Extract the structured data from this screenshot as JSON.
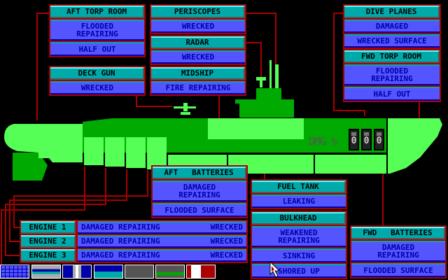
{
  "panels": [
    {
      "id": "aft-torp-room",
      "title": "AFT TORP ROOM",
      "rows": [
        "FLOODED\nREPAIRING",
        "HALF OUT"
      ]
    },
    {
      "id": "periscopes",
      "title": "PERISCOPES",
      "rows": [
        "WRECKED"
      ]
    },
    {
      "id": "radar",
      "title": "RADAR",
      "rows": [
        "WRECKED"
      ]
    },
    {
      "id": "deck-gun",
      "title": "DECK GUN",
      "rows": [
        "WRECKED"
      ]
    },
    {
      "id": "midship",
      "title": "MIDSHIP",
      "rows": [
        "FIRE REPAIRING"
      ]
    },
    {
      "id": "dive-planes",
      "title": "DIVE PLANES",
      "rows": [
        "DAMAGED",
        "WRECKED SURFACE"
      ]
    },
    {
      "id": "fwd-torp-room",
      "title": "FWD TORP ROOM",
      "rows": [
        "FLOODED\nREPAIRING",
        "HALF OUT"
      ]
    },
    {
      "id": "aft-batteries",
      "title": "AFT   BATTERIES",
      "rows": [
        "DAMAGED\nREPAIRING",
        "FLOODED SURFACE"
      ]
    },
    {
      "id": "fuel-tank",
      "title": "FUEL TANK",
      "rows": [
        "LEAKING"
      ]
    },
    {
      "id": "bulkhead",
      "title": "BULKHEAD",
      "rows": [
        "WEAKENED\nREPAIRING",
        "SINKING",
        "SHORED UP"
      ]
    },
    {
      "id": "fwd-batteries",
      "title": "FWD   BATTERIES",
      "rows": [
        "DAMAGED\nREPAIRING",
        "FLOODED SURFACE"
      ]
    }
  ],
  "engines": [
    {
      "label": "ENGINE 1",
      "status": "DAMAGED REPAIRING",
      "state": "WRECKED"
    },
    {
      "label": "ENGINE 2",
      "status": "DAMAGED REPAIRING",
      "state": "WRECKED"
    },
    {
      "label": "ENGINE 3",
      "status": "DAMAGED REPAIRING",
      "state": "WRECKED"
    }
  ],
  "damage": {
    "label": "DMG %",
    "digits": [
      "0",
      "0",
      "0"
    ]
  },
  "toolbar": [
    "map-icon",
    "gauges-icon",
    "periscope-view-icon",
    "bridge-view-icon",
    "instruments-icon",
    "damage-report-icon",
    "torpedo-status-icon"
  ],
  "colors": {
    "hull_light": "#55ff55",
    "hull_dark": "#00aa00",
    "frame": "#aa0000",
    "header": "#00aaaa",
    "status": "#5555ff",
    "status_text": "#0000aa"
  }
}
